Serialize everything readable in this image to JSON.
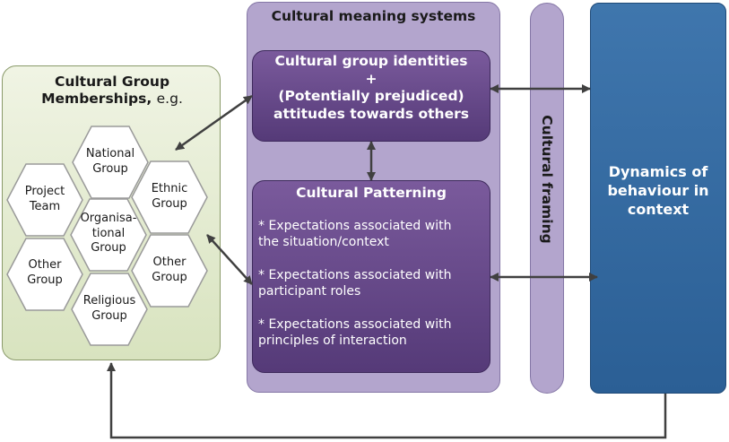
{
  "groups": {
    "title_bold": "Cultural Group Memberships,",
    "title_tail": "e.g.",
    "hexagons": {
      "national": [
        "National",
        "Group"
      ],
      "project": [
        "Project",
        "Team"
      ],
      "ethnic": [
        "Ethnic",
        "Group"
      ],
      "organisational": [
        "Organisa-",
        "tional",
        "Group"
      ],
      "other_left": [
        "Other",
        "Group"
      ],
      "other_right": [
        "Other",
        "Group"
      ],
      "religious": [
        "Religious",
        "Group"
      ]
    }
  },
  "meaning_systems": {
    "title": "Cultural meaning systems",
    "identities": {
      "line1": "Cultural group identities",
      "line2": "+",
      "line3": "(Potentially prejudiced)",
      "line4": "attitudes towards others"
    },
    "patterning": {
      "title": "Cultural Patterning",
      "items": [
        [
          "* Expectations associated with",
          "the situation/context"
        ],
        [
          "* Expectations associated with",
          "participant roles"
        ],
        [
          "* Expectations associated with",
          "principles of interaction"
        ]
      ]
    }
  },
  "framing": {
    "label": "Cultural framing"
  },
  "dynamics": {
    "line1": "Dynamics of",
    "line2": "behaviour in",
    "line3": "context"
  },
  "colors": {
    "green_panel": "#d8e3bf",
    "lavender": "#b3a5cd",
    "purple": "#5f4484",
    "blue": "#336aa1",
    "arrow": "#404040"
  }
}
